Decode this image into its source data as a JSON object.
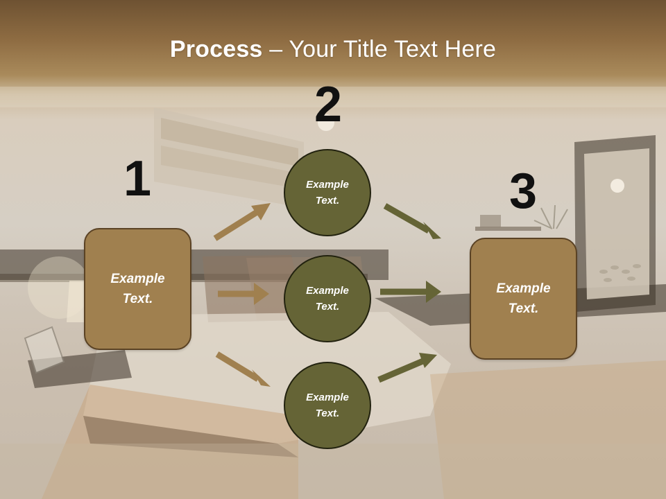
{
  "title": {
    "bold": "Process",
    "rest": " – Your Title Text Here"
  },
  "colors": {
    "box_fill": "#a0804f",
    "circle_fill": "#656436",
    "arrow_brown": "#a0804f",
    "arrow_olive": "#656436"
  },
  "steps": [
    {
      "number": "1",
      "label": "Example Text."
    },
    {
      "number": "2",
      "items": [
        {
          "label": "Example Text."
        },
        {
          "label": "Example Text."
        },
        {
          "label": "Example Text."
        }
      ]
    },
    {
      "number": "3",
      "label": "Example Text."
    }
  ]
}
